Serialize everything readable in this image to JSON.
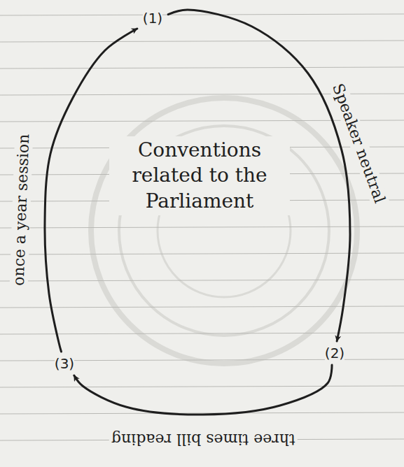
{
  "diagram": {
    "nodes": [
      {
        "text": [
          "(1)"
        ]
      },
      {
        "text": [
          "(2)"
        ]
      },
      {
        "text": [
          "(3)"
        ]
      }
    ],
    "edges": [
      {
        "from": 0,
        "to": 1,
        "arrow": "to",
        "label": "Speaker neutral"
      },
      {
        "from": 1,
        "to": 2,
        "arrow": "to",
        "label": "three times bill reading"
      },
      {
        "from": 2,
        "to": 0,
        "arrow": "to",
        "label": "once a year session"
      }
    ],
    "labels": [
      "Conventions related to the Parliament"
    ]
  }
}
